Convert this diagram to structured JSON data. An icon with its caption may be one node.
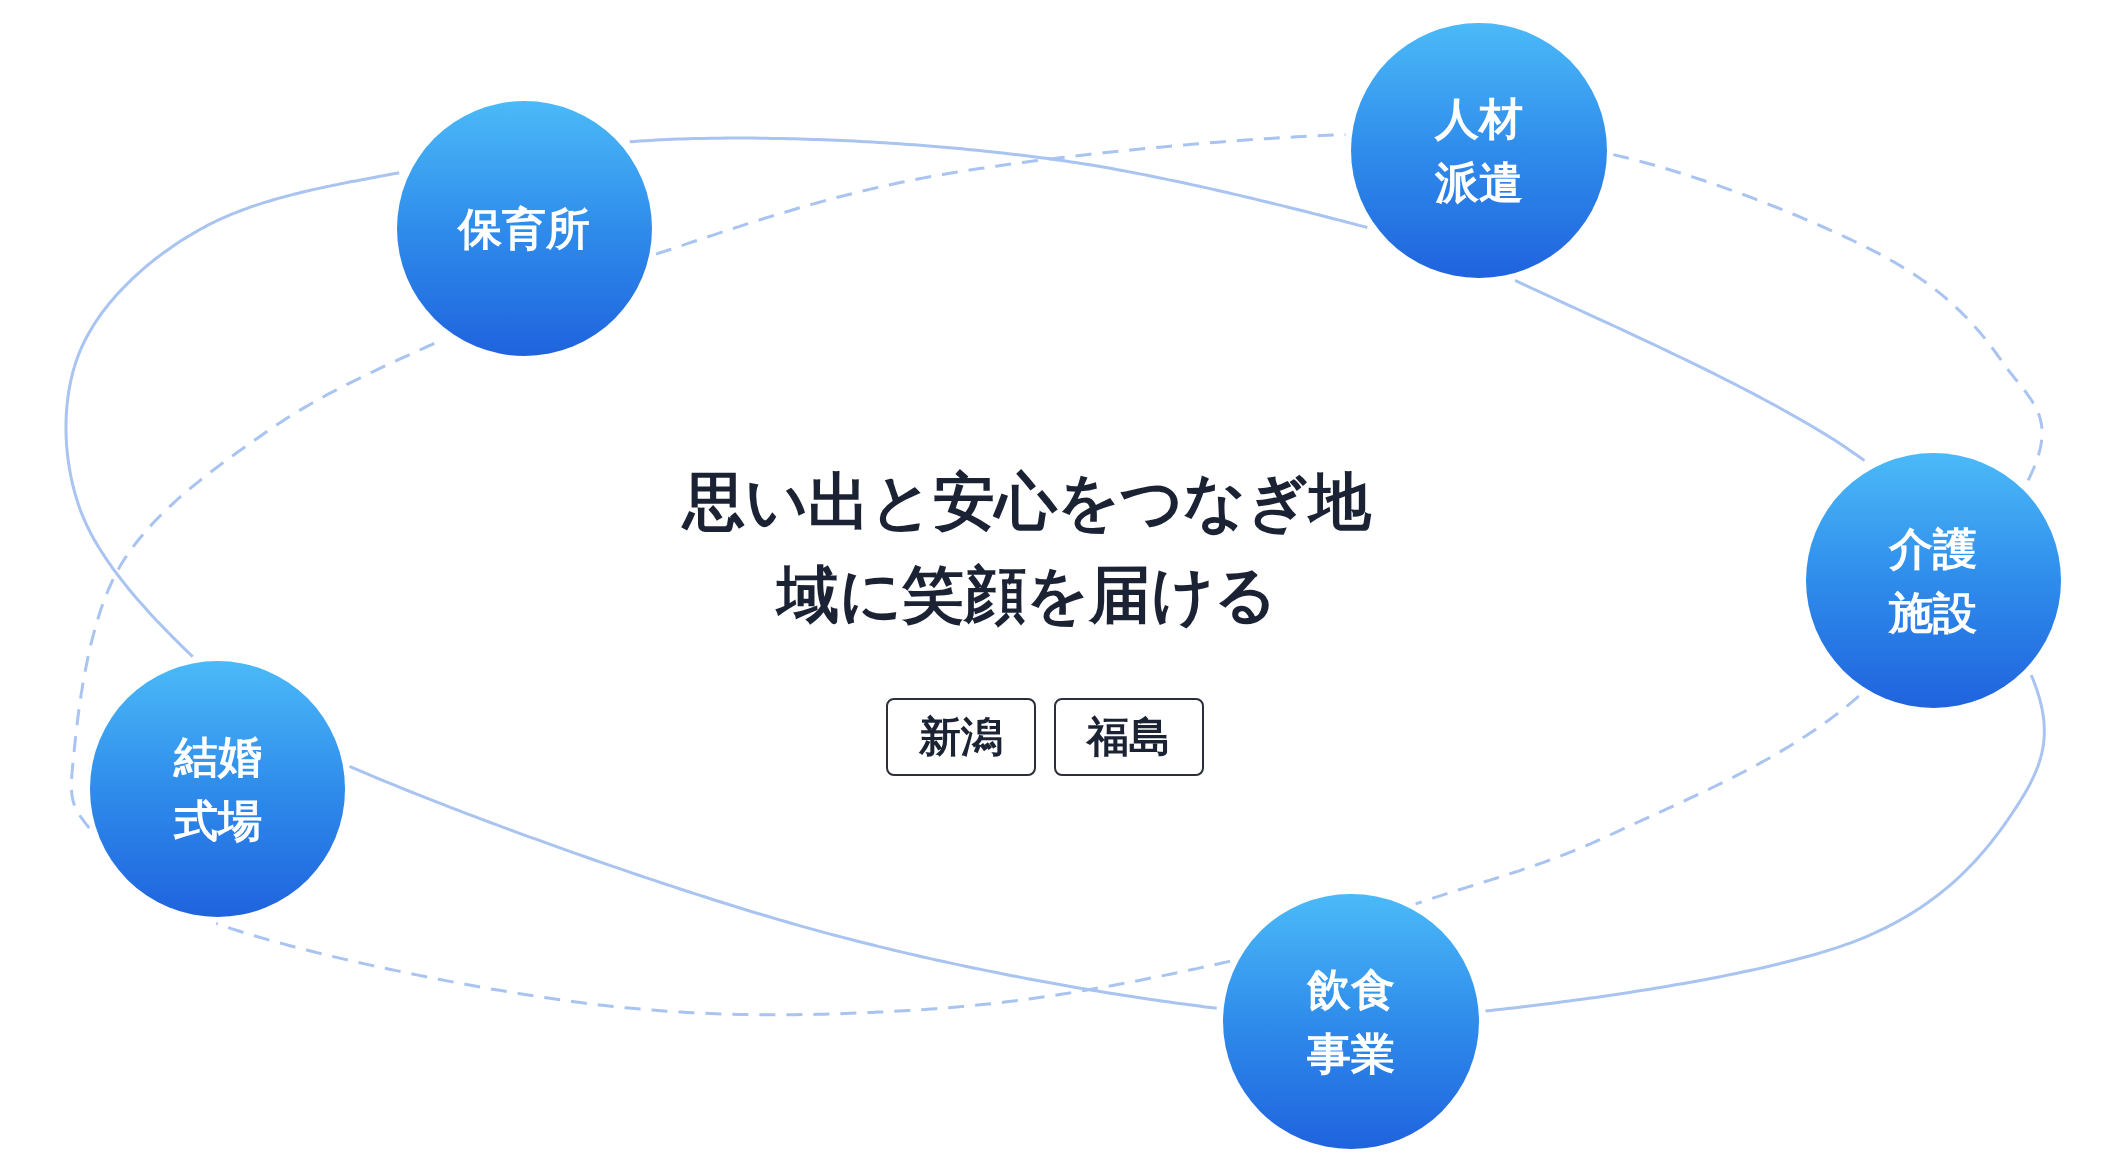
{
  "diagram": {
    "title": "思い出と安心をつなぎ地域に笑顔を届ける",
    "nodes": [
      {
        "text": [
          "人材派遣"
        ]
      },
      {
        "text": [
          "保育所"
        ]
      },
      {
        "text": [
          "介護施設"
        ]
      },
      {
        "text": [
          "結婚式場"
        ]
      },
      {
        "text": [
          "飲食事業"
        ]
      }
    ],
    "edges": [
      {
        "from": 1,
        "to": 0,
        "arrow": "none"
      },
      {
        "from": 0,
        "to": 2,
        "arrow": "none"
      },
      {
        "from": 2,
        "to": 4,
        "arrow": "none"
      },
      {
        "from": 4,
        "to": 3,
        "arrow": "none"
      },
      {
        "from": 3,
        "to": 1,
        "arrow": "none"
      },
      {
        "from": 1,
        "to": 0,
        "arrow": "none",
        "style": "dashed"
      },
      {
        "from": 0,
        "to": 2,
        "arrow": "none",
        "style": "dashed"
      },
      {
        "from": 2,
        "to": 4,
        "arrow": "none",
        "style": "dashed"
      },
      {
        "from": 4,
        "to": 3,
        "arrow": "none",
        "style": "dashed"
      },
      {
        "from": 3,
        "to": 1,
        "arrow": "none",
        "style": "dashed"
      }
    ],
    "labels": [
      "新潟",
      "福島"
    ]
  }
}
